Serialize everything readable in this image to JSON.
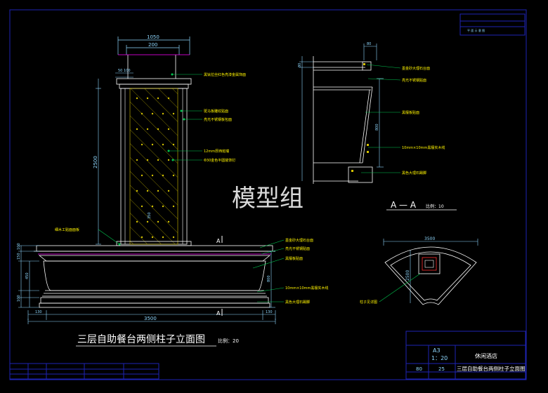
{
  "main_elevation": {
    "title": "三层自助餐台两侧柱子立面图",
    "scale_label": "比例：20",
    "dims": {
      "top_overall": "1050",
      "top_inner": "200",
      "left_pillar_a": "50",
      "left_pillar_b": "100",
      "pillar_height": "2500",
      "pillar_bottom": "350",
      "base_left_a": "100",
      "base_left_b": "150",
      "base_left_c": "450",
      "base_left_d": "100",
      "base_right": "800",
      "base_bottom_left": "130",
      "base_bottom_right": "130",
      "overall_width": "3500"
    },
    "annotations": {
      "a1": "黑钛拉丝红色亮漆金属饰面",
      "a2": "斑马板雕纹贴面",
      "a3": "亮光不锈钢板包面",
      "a4": "12mm厚西班瑞",
      "a5": "Φ30金色半圆装饰钉",
      "a6": "细木工贴面面板",
      "b1": "墨金砂大理石台面",
      "b2": "亮光不锈钢贴面",
      "b3": "黑檀板贴面",
      "b4": "10mm×10mm黑檀实木线",
      "b5": "黑色大理石踢脚"
    },
    "section_marker": "A"
  },
  "section_view": {
    "title": "A — A",
    "scale_label": "比例：10",
    "dims": {
      "d1": "80",
      "d2": "80",
      "d3": "800"
    },
    "annotations": {
      "c1": "墨金砂大理石台面",
      "c2": "亮光不锈钢贴面",
      "c3": "黑檀板贴面",
      "c4": "10mm×10mm黑檀实木线",
      "c5": "黑色大理石踢脚"
    }
  },
  "plan_view": {
    "dims": {
      "width": "3500",
      "depth": "2500"
    },
    "annotation": "柱子见详图"
  },
  "title_block": {
    "top_header": "平 面 示 意 图",
    "sheet_size": "A3",
    "scale": "1：20",
    "project": "休闲酒店",
    "drawing_name": "三层自助餐台两侧柱子立面图",
    "code": "80",
    "page": "25"
  },
  "watermark": "模型组",
  "colors": {
    "background": "#000000",
    "cad_lines": "#ffffff",
    "dimension": "#8fd8ff",
    "annotation": "#fff400",
    "frame": "#1e23b4",
    "leader": "#00c850",
    "hatch": "#d4c200",
    "magenta": "#ff00ff",
    "red": "#ff3030"
  }
}
